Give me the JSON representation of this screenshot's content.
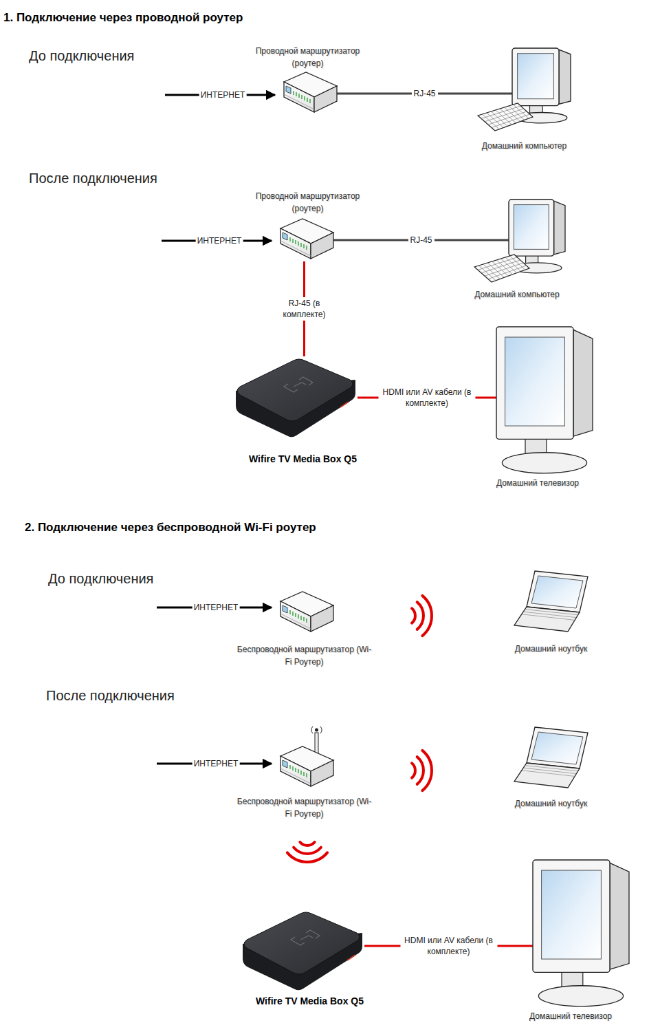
{
  "diagram": {
    "nodes": [
      {
        "text": [
          "Проводной маршрутизатор (роутер)"
        ]
      },
      {
        "text": [
          "Домашний компьютер"
        ]
      },
      {
        "text": [
          "Проводной маршрутизатор (роутер)"
        ]
      },
      {
        "text": [
          "Домашний компьютер"
        ]
      },
      {
        "text": [
          "Wifire TV Media Box Q5"
        ]
      },
      {
        "text": [
          "Домашний телевизор"
        ]
      },
      {
        "text": [
          "Беспроводной маршрутизатор (Wi-Fi Роутер)"
        ]
      },
      {
        "text": [
          "Домашний ноутбук"
        ]
      },
      {
        "text": [
          "Беспроводной маршрутизатор (Wi-Fi Роутер)"
        ]
      },
      {
        "text": [
          "Домашний ноутбук"
        ]
      },
      {
        "text": [
          "Wifire TV Media Box Q5"
        ]
      },
      {
        "text": [
          "Домашний телевизор"
        ]
      }
    ],
    "edges": [
      {
        "from": 0,
        "to": 1,
        "label": "RJ-45",
        "arrow": "none"
      },
      {
        "from": 2,
        "to": 3,
        "label": "RJ-45",
        "arrow": "none"
      },
      {
        "from": 2,
        "to": 4,
        "label": "RJ-45 (в комплекте)",
        "arrow": "none"
      },
      {
        "from": 4,
        "to": 5,
        "label": "HDMI или AV кабели (в комплекте)",
        "arrow": "none"
      },
      {
        "from": 10,
        "to": 11,
        "label": "HDMI или AV кабели (в комплекте)",
        "arrow": "none"
      }
    ],
    "labels": [
      "1. Подключение через проводной роутер",
      "До подключения",
      "ИНТЕРНЕТ",
      "После подключения",
      "ИНТЕРНЕТ",
      "2. Подключение через беспроводной Wi-Fi роутер",
      "До подключения",
      "ИНТЕРНЕТ",
      "После подключения",
      "ИНТЕРНЕТ"
    ]
  }
}
